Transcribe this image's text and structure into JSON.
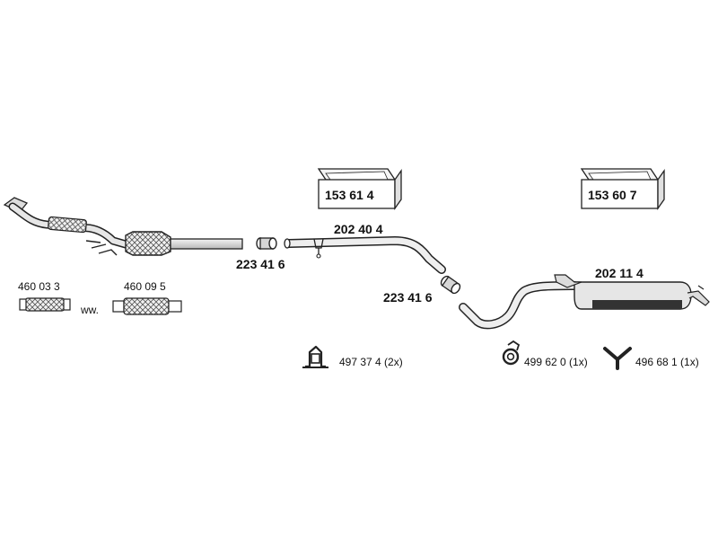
{
  "colors": {
    "line": "#222222",
    "fill_light": "#e8e8e8",
    "fill_dark": "#444444",
    "fill_mid": "#9a9a9a"
  },
  "packages": [
    {
      "number": "153 61 4"
    },
    {
      "number": "153 60 7"
    }
  ],
  "parts": {
    "front_pipe_clamp": "223 41 6",
    "middle_pipe": "202 40 4",
    "rear_clamp": "223 41 6",
    "rear_silencer": "202 11 4",
    "flex_pipe_a": "460 03 3",
    "flex_pipe_b": "460 09 5",
    "flex_alt_text": "ww."
  },
  "mounting": [
    {
      "number": "497 37 4 (2x)",
      "icon": "bracket-icon"
    },
    {
      "number": "499 62 0 (1x)",
      "icon": "rubber-ring-icon"
    },
    {
      "number": "496 68 1 (1x)",
      "icon": "y-hanger-icon"
    }
  ]
}
